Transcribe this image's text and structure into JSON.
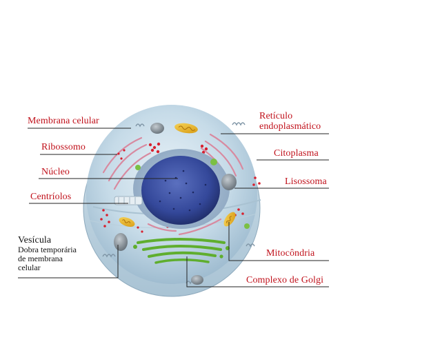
{
  "labels": {
    "membrana_celular": "Membrana celular",
    "ribossomo": "Ribossomo",
    "nucleo": "Núcleo",
    "centriolos": "Centríolos",
    "vesicula": "Vesícula",
    "vesicula_desc": [
      "Dobra temporária",
      "de membrana",
      "celular"
    ],
    "reticulo": [
      "Retículo",
      "endoplasmático"
    ],
    "citoplasma": "Citoplasma",
    "lisossoma": "Lisossoma",
    "mitocondria": "Mitocôndria",
    "golgi": "Complexo de Golgi"
  },
  "colors": {
    "label_red": "#c0101a",
    "label_black": "#111111",
    "cytoplasm": "#c9dde9",
    "nucleus": "#3a4f9c",
    "golgi": "#5fae2e",
    "mitochondria": "#e8b320",
    "reticulum": "#d88aa0",
    "ribosome": "#d8202e",
    "lysosome": "#8a949c"
  }
}
